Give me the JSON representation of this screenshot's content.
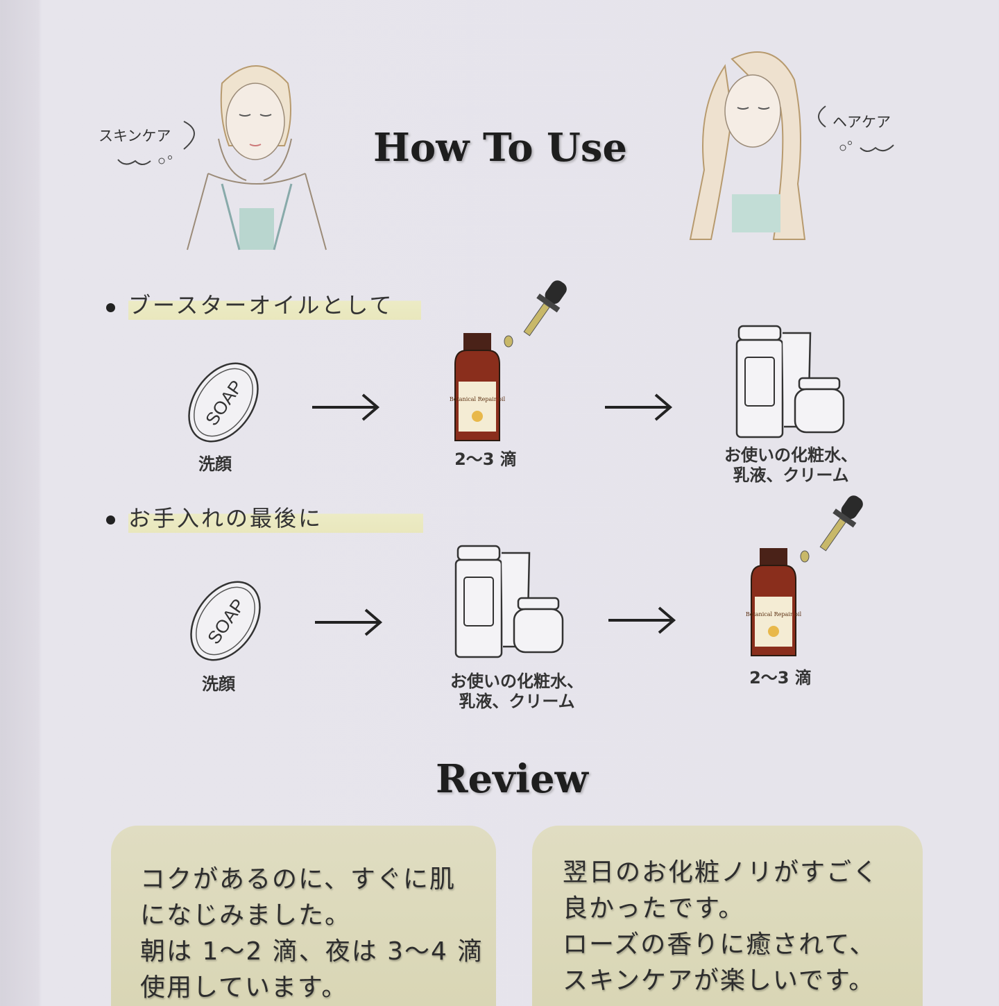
{
  "header": {
    "title": "How To Use",
    "bubble_left": "スキンケア",
    "bubble_right": "ヘアケア"
  },
  "sections": [
    {
      "heading": "ブースターオイルとして",
      "steps": [
        {
          "icon": "soap-icon",
          "label": "洗顔"
        },
        {
          "icon": "oil-bottle-icon",
          "label": "2〜3 滴"
        },
        {
          "icon": "cosmetics-icon",
          "label_lines": [
            "お使いの化粧水、",
            "乳液、クリーム"
          ]
        }
      ]
    },
    {
      "heading": "お手入れの最後に",
      "steps": [
        {
          "icon": "soap-icon",
          "label": "洗顔"
        },
        {
          "icon": "cosmetics-icon",
          "label_lines": [
            "お使いの化粧水、",
            "乳液、クリーム"
          ]
        },
        {
          "icon": "oil-bottle-icon",
          "label": "2〜3 滴"
        }
      ]
    }
  ],
  "soap_text": "SOAP",
  "bottle_label": "Botanical Repair oil",
  "review": {
    "title": "Review",
    "items": [
      {
        "lines": [
          "コクがあるのに、すぐに肌",
          "になじみました。",
          "朝は 1〜2 滴、夜は 3〜4 滴",
          "使用しています。"
        ]
      },
      {
        "lines": [
          "翌日のお化粧ノリがすごく",
          "良かったです。",
          "ローズの香りに癒されて、",
          "スキンケアが楽しいです。"
        ]
      }
    ]
  },
  "colors": {
    "background": "#e6e4eb",
    "highlight": "#ecebc5",
    "review_box": "#dedbbd",
    "bottle": "#8a2e1c"
  }
}
